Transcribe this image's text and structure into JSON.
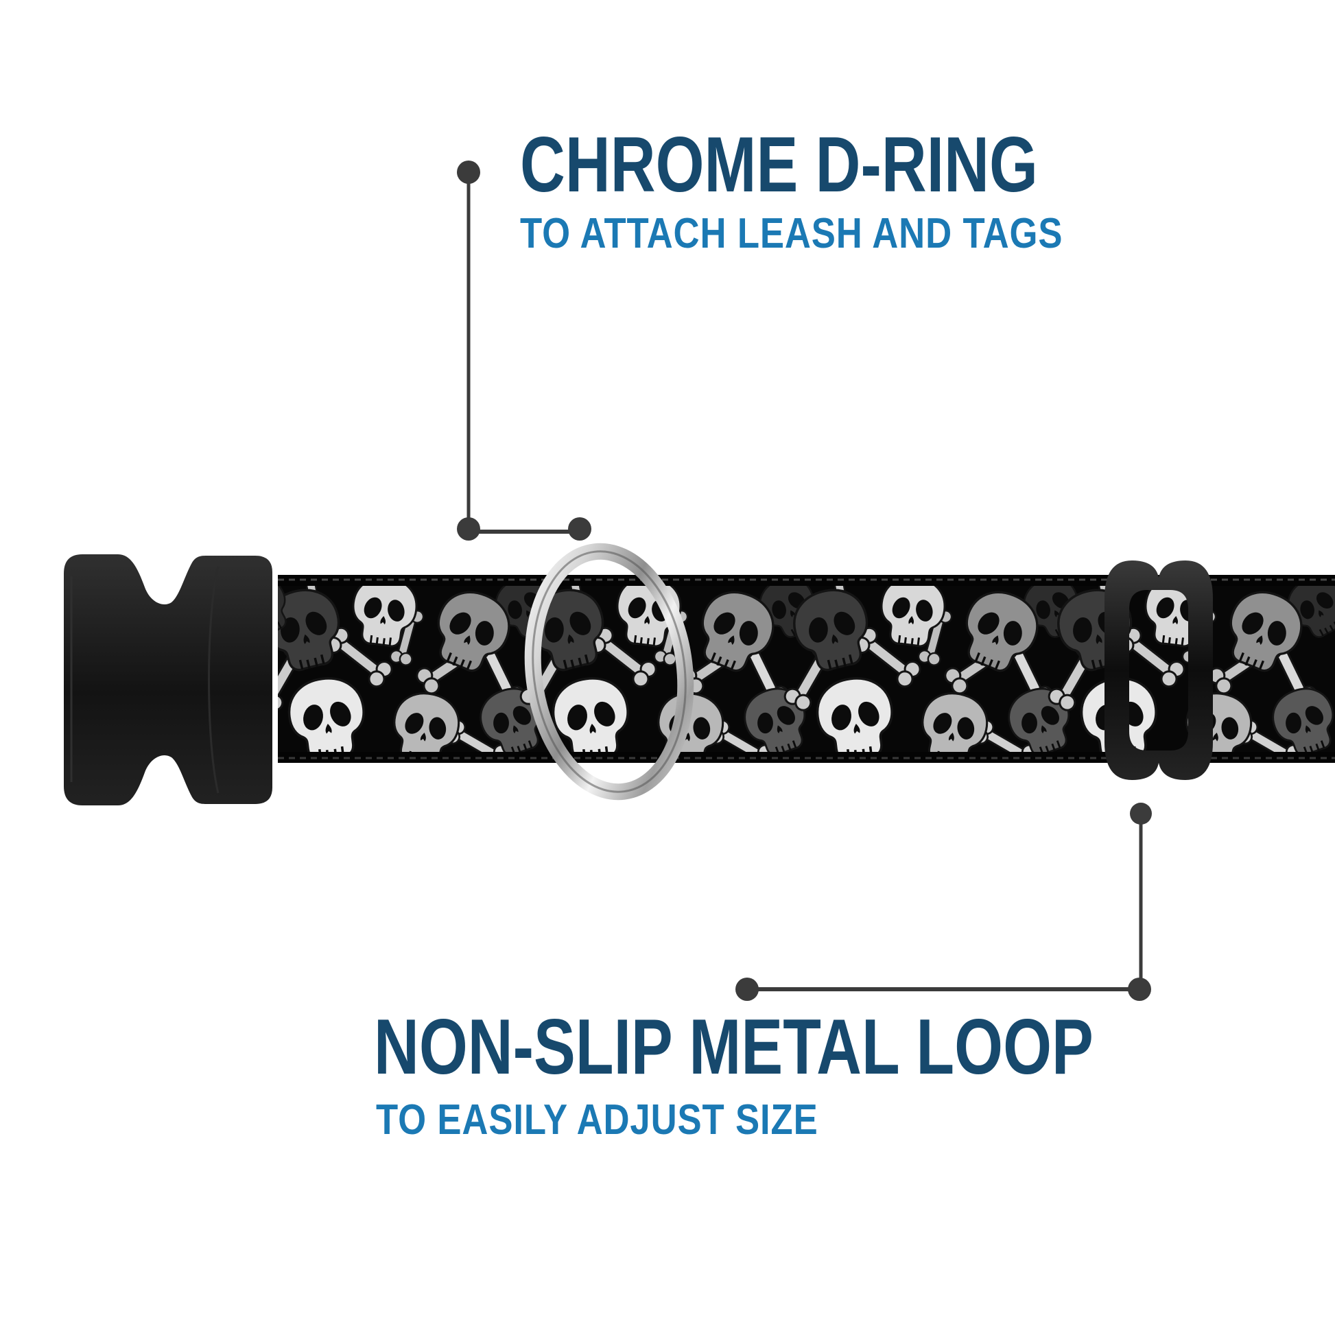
{
  "callouts": {
    "top": {
      "title": "CHROME D-RING",
      "subtitle": "TO ATTACH LEASH AND TAGS"
    },
    "bottom": {
      "title": "NON-SLIP METAL LOOP",
      "subtitle": "TO EASILY ADJUST SIZE"
    }
  },
  "colors": {
    "background": "#FFFFFF",
    "title": "#17496D",
    "subtitle": "#1B79B4",
    "callout": "#3B3B3B",
    "band": "#070707",
    "plastic": "#1A1A1A",
    "chrome": "#C9C9C9",
    "skull_light": "#E9E9E9",
    "skull_mid": "#B8B8B8",
    "skull_gray": "#909090",
    "skull_dark": "#3C3C3C"
  },
  "parts": {
    "buckle": "plastic-side-release-buckle",
    "d_ring": "chrome-d-ring",
    "loop": "non-slip-metal-loop",
    "band": "skull-pattern-webbing"
  }
}
